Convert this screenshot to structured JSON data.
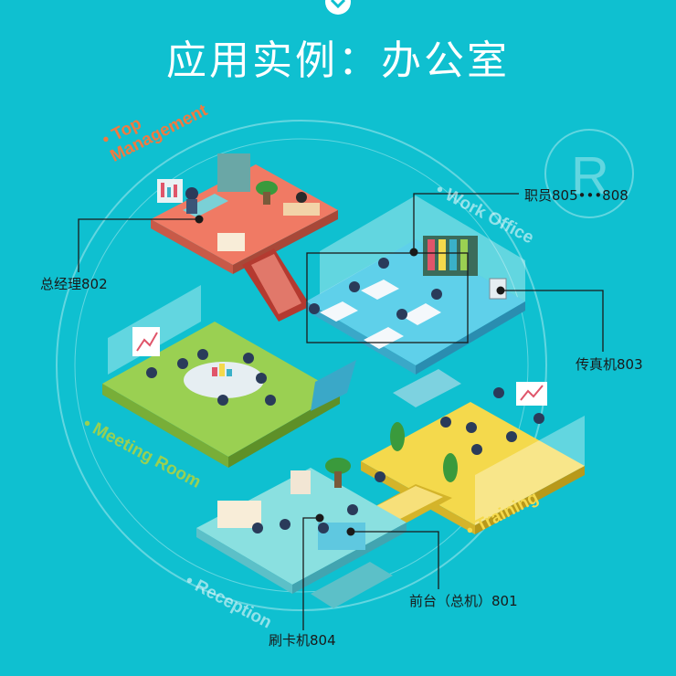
{
  "header": {
    "title": "应用实例：办公室"
  },
  "rooms": {
    "top_management": "• Top\nManagement",
    "work_office": "• Work Office",
    "meeting_room": "• Meeting Room",
    "training": "• Training",
    "reception": "• Reception"
  },
  "callouts": {
    "general_manager": "总经理802",
    "staff": "职员805•••808",
    "fax": "传真机803",
    "front_desk": "前台（总机）801",
    "card_reader": "刷卡机804"
  },
  "colors": {
    "background": "#0fc0d0",
    "top_management_floor": "#f07a64",
    "work_office_floor": "#5fd0ea",
    "meeting_room_floor": "#9ad052",
    "training_floor": "#f4d94c",
    "reception_floor": "#8ae0e0",
    "label_orange": "#f07a40"
  }
}
